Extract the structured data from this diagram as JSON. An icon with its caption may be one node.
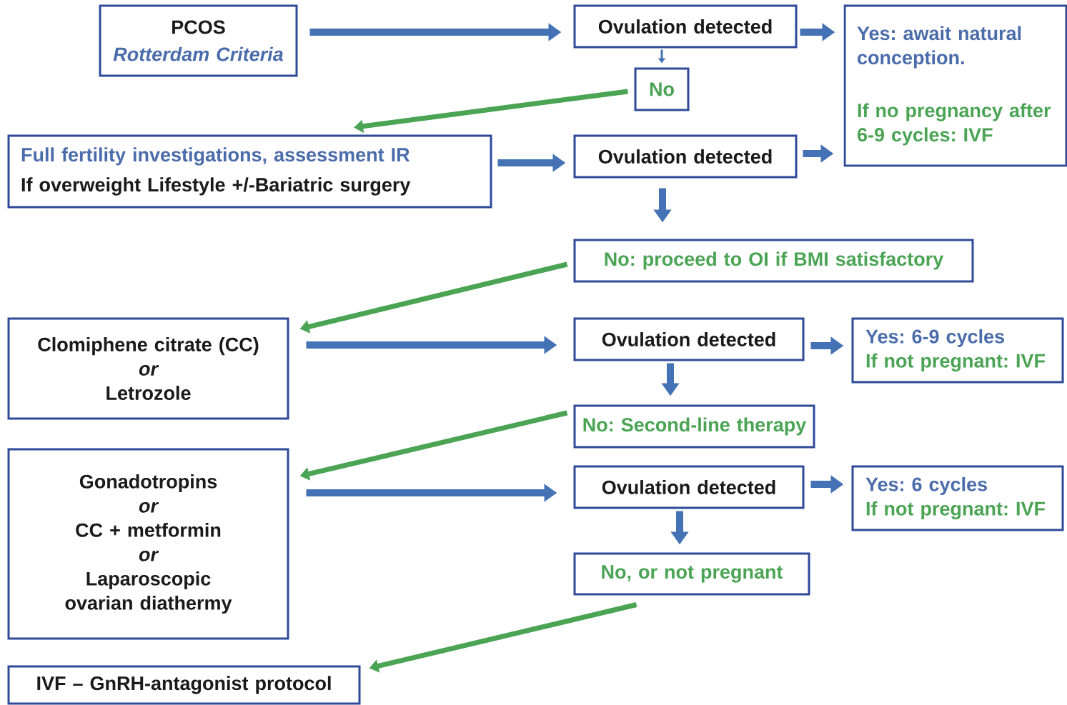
{
  "diagram": {
    "nodes": [
      {
        "text": [
          "PCOS",
          "Rotterdam Criteria"
        ]
      },
      {
        "text": [
          "Ovulation detected"
        ]
      },
      {
        "text": [
          "Yes: await natural conception.",
          "If no pregnancy after 6-9 cycles: IVF"
        ]
      },
      {
        "text": [
          "No"
        ]
      },
      {
        "text": [
          "Full fertility investigations, assessment IR",
          "If overweight Lifestyle  +/-Bariatric surgery"
        ]
      },
      {
        "text": [
          "Ovulation detected"
        ]
      },
      {
        "text": [
          "No: proceed to OI if BMI satisfactory"
        ]
      },
      {
        "text": [
          "Clomiphene citrate (CC)",
          "or",
          "Letrozole"
        ]
      },
      {
        "text": [
          "Ovulation detected"
        ]
      },
      {
        "text": [
          "Yes: 6-9 cycles",
          "If not pregnant: IVF"
        ]
      },
      {
        "text": [
          "No: Second-line therapy"
        ]
      },
      {
        "text": [
          "Gonadotropins",
          "or",
          "CC + metformin",
          "or",
          "Laparoscopic ovarian diathermy"
        ]
      },
      {
        "text": [
          "Ovulation detected"
        ]
      },
      {
        "text": [
          "Yes: 6 cycles",
          "If not pregnant: IVF"
        ]
      },
      {
        "text": [
          "No, or not pregnant"
        ]
      },
      {
        "text": [
          "IVF – GnRH-antagonist protocol"
        ]
      }
    ],
    "edges": [
      {
        "from": 0,
        "to": 1,
        "arrow": "to"
      },
      {
        "from": 1,
        "to": 2,
        "arrow": "to"
      },
      {
        "from": 1,
        "to": 3,
        "arrow": "to"
      },
      {
        "from": 3,
        "to": 4,
        "arrow": "to",
        "color": "#4aa454"
      },
      {
        "from": 4,
        "to": 5,
        "arrow": "to"
      },
      {
        "from": 5,
        "to": 2,
        "arrow": "to"
      },
      {
        "from": 5,
        "to": 6,
        "arrow": "to"
      },
      {
        "from": 6,
        "to": 7,
        "arrow": "to",
        "color": "#4aa454"
      },
      {
        "from": 7,
        "to": 8,
        "arrow": "to"
      },
      {
        "from": 8,
        "to": 9,
        "arrow": "to"
      },
      {
        "from": 8,
        "to": 10,
        "arrow": "to"
      },
      {
        "from": 10,
        "to": 11,
        "arrow": "to",
        "color": "#4aa454"
      },
      {
        "from": 11,
        "to": 12,
        "arrow": "to"
      },
      {
        "from": 12,
        "to": 13,
        "arrow": "to"
      },
      {
        "from": 12,
        "to": 14,
        "arrow": "to"
      },
      {
        "from": 14,
        "to": 15,
        "arrow": "to",
        "color": "#4aa454"
      }
    ]
  }
}
